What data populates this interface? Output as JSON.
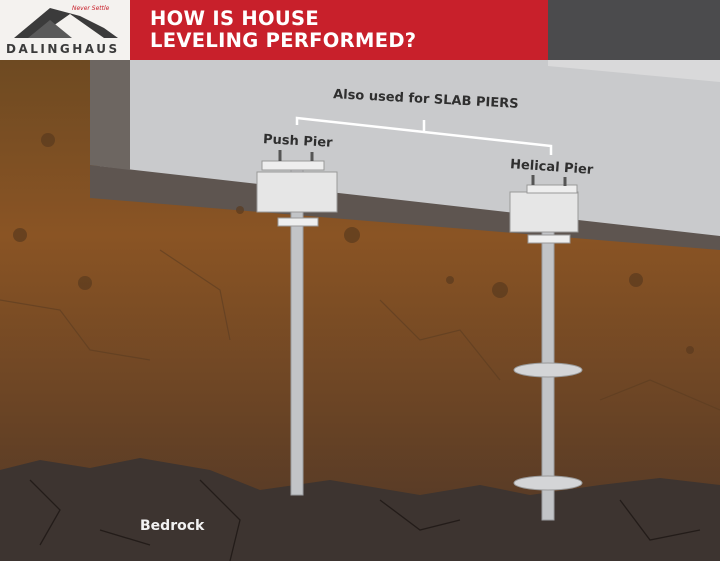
{
  "brand": {
    "name": "DALINGHAUS",
    "tagline": "Never Settle",
    "accent": "#c8202b"
  },
  "title": {
    "line1": "HOW IS HOUSE",
    "line2": "LEVELING PERFORMED?"
  },
  "labels": {
    "slab_note": "Also used for SLAB PIERS",
    "push_pier": "Push Pier",
    "helical_pier": "Helical Pier",
    "bedrock": "Bedrock"
  },
  "colors": {
    "slab": "#c9cacc",
    "footing": "#5e5550",
    "soil": "#7a4a20",
    "bedrock": "#3d3430",
    "pier": "#c2c4c7"
  }
}
